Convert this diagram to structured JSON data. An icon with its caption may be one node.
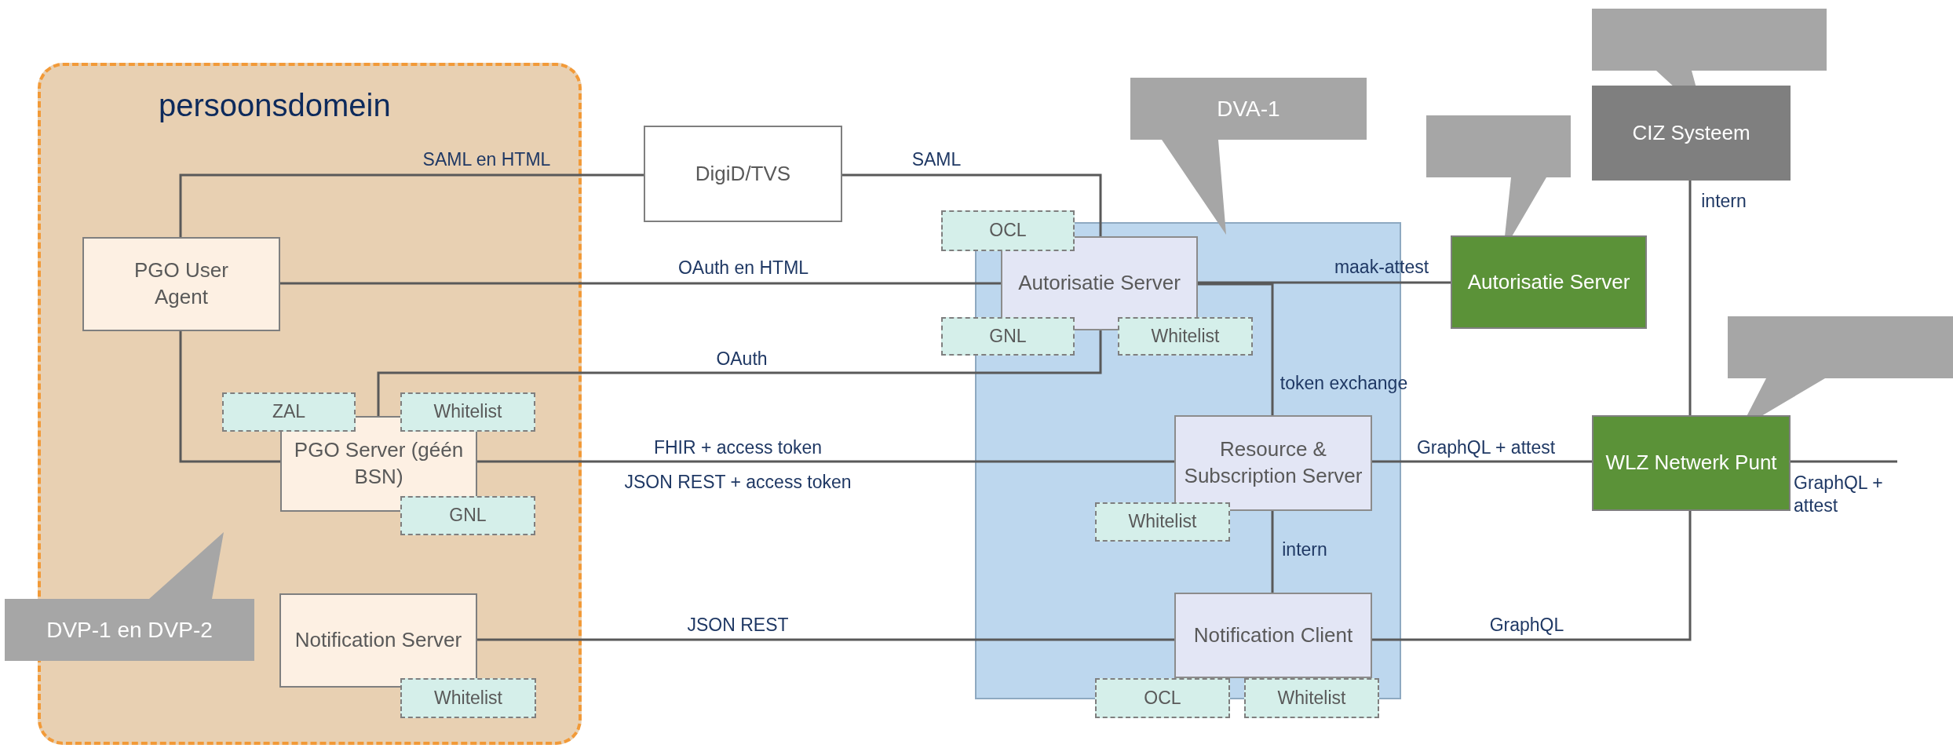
{
  "diagram": {
    "nodes": [
      {
        "text": [
          "persoonsdomein"
        ]
      },
      {
        "text": [
          "DigiD/TVS"
        ]
      },
      {
        "text": [
          "PGO User Agent"
        ],
        "in": 0
      },
      {
        "text": [
          "PGO Server (géén BSN)"
        ],
        "in": 0
      },
      {
        "text": [
          "ZAL"
        ],
        "in": 0
      },
      {
        "text": [
          "Whitelist"
        ],
        "in": 0
      },
      {
        "text": [
          "GNL"
        ],
        "in": 0
      },
      {
        "text": [
          "Notification Server"
        ],
        "in": 0
      },
      {
        "text": [
          "Whitelist"
        ],
        "in": 0
      },
      {
        "text": [
          "DVP-1 en DVP-2"
        ]
      },
      {
        "text": [
          "DVA-1"
        ]
      },
      {
        "text": [],
        "shape": "box"
      },
      {
        "text": [
          "Autorisatie Server"
        ],
        "in": 11
      },
      {
        "text": [
          "OCL"
        ]
      },
      {
        "text": [
          "GNL"
        ]
      },
      {
        "text": [
          "Whitelist"
        ],
        "in": 11
      },
      {
        "text": [
          "Resource & Subscription Server"
        ],
        "in": 11
      },
      {
        "text": [
          "Whitelist"
        ],
        "in": 11
      },
      {
        "text": [
          "Notification Client"
        ],
        "in": 11
      },
      {
        "text": [
          "OCL"
        ]
      },
      {
        "text": [
          "Whitelist"
        ]
      },
      {
        "text": [],
        "shape": "callout"
      },
      {
        "text": [
          "Autorisatie Server"
        ]
      },
      {
        "text": [],
        "shape": "callout"
      },
      {
        "text": [
          "CIZ Systeem"
        ]
      },
      {
        "text": [],
        "shape": "callout"
      },
      {
        "text": [
          "WLZ Netwerk Punt"
        ]
      }
    ],
    "edges": [
      {
        "from": 2,
        "to": 1,
        "arrow": "none",
        "label": "SAML en HTML"
      },
      {
        "from": 1,
        "to": 12,
        "arrow": "none",
        "label": "SAML"
      },
      {
        "from": 2,
        "to": 12,
        "arrow": "none",
        "label": "OAuth en HTML"
      },
      {
        "from": 3,
        "to": 12,
        "arrow": "none",
        "label": "OAuth"
      },
      {
        "from": 2,
        "to": 3,
        "arrow": "none"
      },
      {
        "from": 3,
        "to": 16,
        "arrow": "none",
        "label": "FHIR + access token"
      },
      {
        "from": 7,
        "to": 18,
        "arrow": "none",
        "label": "JSON REST"
      },
      {
        "from": 12,
        "to": 22,
        "arrow": "none",
        "label": "maak-attest"
      },
      {
        "from": 12,
        "to": 16,
        "arrow": "none",
        "label": "token exchange"
      },
      {
        "from": 16,
        "to": 18,
        "arrow": "none",
        "label": "intern"
      },
      {
        "from": 24,
        "to": 26,
        "arrow": "none",
        "label": "intern"
      },
      {
        "from": 16,
        "to": 26,
        "arrow": "none",
        "label": "GraphQL + attest"
      },
      {
        "from": 26,
        "to": null,
        "arrow": "none",
        "label": "GraphQL + attest"
      },
      {
        "from": 18,
        "to": 26,
        "arrow": "none",
        "label": "GraphQL"
      }
    ],
    "labels": [
      "JSON REST + access token"
    ]
  }
}
